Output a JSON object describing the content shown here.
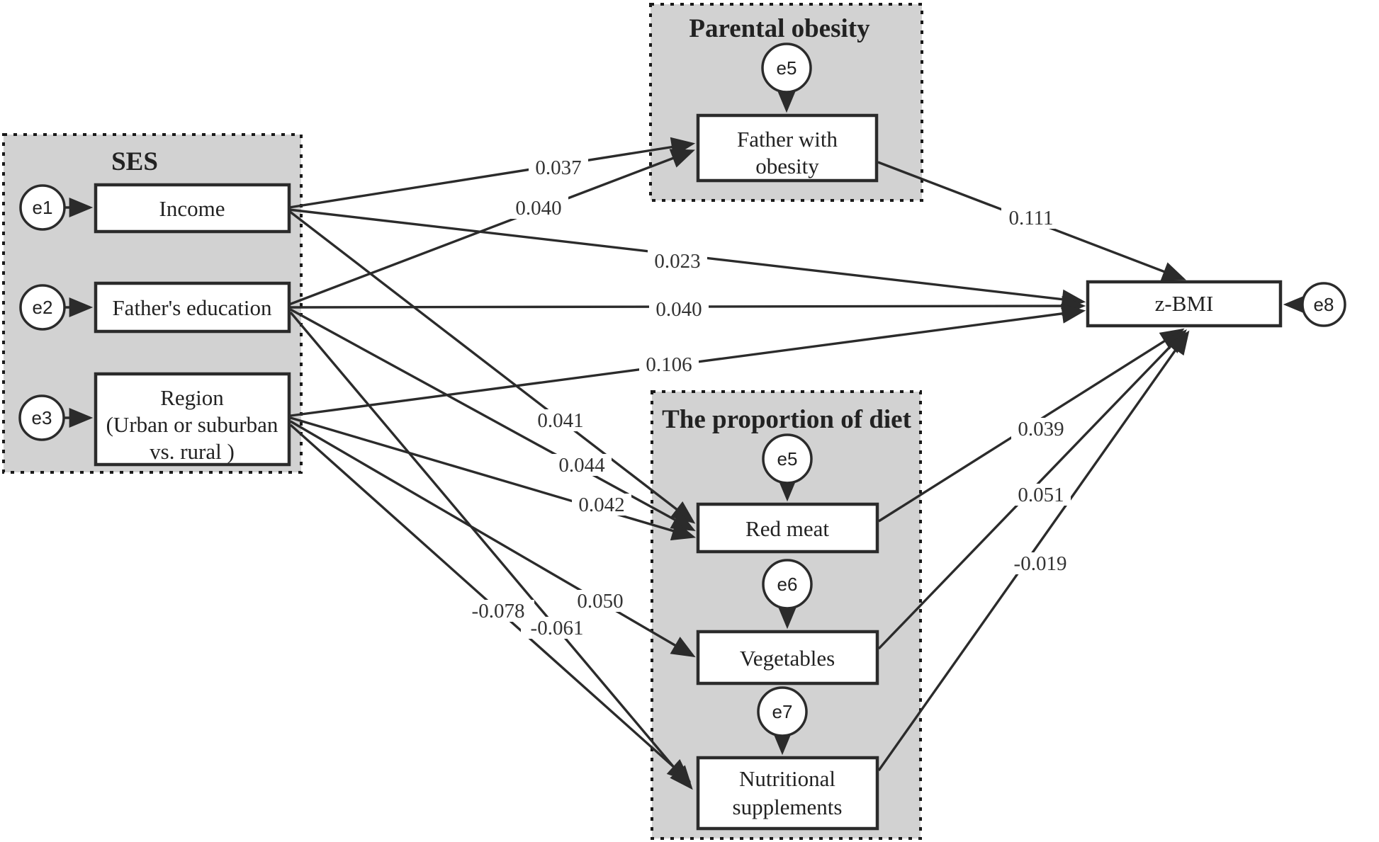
{
  "figure": {
    "type": "sem-path-diagram",
    "colors": {
      "group_fill": "#d2d2d2",
      "box_fill": "#ffffff",
      "line": "#2b2b2b"
    },
    "groups": {
      "ses": {
        "title": "SES"
      },
      "parental_obesity": {
        "title": "Parental obesity"
      },
      "diet": {
        "title": "The proportion of diet"
      }
    },
    "nodes": {
      "income": {
        "label": "Income",
        "error": "e1"
      },
      "father_education": {
        "label": "Father's education",
        "error": "e2"
      },
      "region": {
        "line1": "Region",
        "line2": "(Urban or  suburban",
        "line3": "vs. rural )",
        "error": "e3"
      },
      "father_obesity": {
        "line1": "Father with",
        "line2": "obesity",
        "error": "e5"
      },
      "red_meat": {
        "label": "Red meat",
        "error": "e5"
      },
      "vegetables": {
        "label": "Vegetables",
        "error": "e6"
      },
      "nutritional_supplements": {
        "line1": "Nutritional",
        "line2": "supplements",
        "error": "e7"
      },
      "zbmi": {
        "label": "z-BMI",
        "error": "e8"
      }
    },
    "paths": [
      {
        "from": "Income",
        "to": "Father with obesity",
        "value": "0.037"
      },
      {
        "from": "Father's education",
        "to": "Father with obesity",
        "value": "0.040"
      },
      {
        "from": "Income",
        "to": "z-BMI",
        "value": "0.023"
      },
      {
        "from": "Father's education",
        "to": "z-BMI",
        "value": "0.040"
      },
      {
        "from": "Region",
        "to": "z-BMI",
        "value": "0.106"
      },
      {
        "from": "Income",
        "to": "Red meat",
        "value": "0.041"
      },
      {
        "from": "Father's education",
        "to": "Red meat",
        "value": "0.044"
      },
      {
        "from": "Region",
        "to": "Red meat",
        "value": "0.042"
      },
      {
        "from": "Region",
        "to": "Vegetables",
        "value": "0.050"
      },
      {
        "from": "Region",
        "to": "Nutritional supplements",
        "value": "-0.078"
      },
      {
        "from": "Father's education",
        "to": "Nutritional supplements",
        "value": "-0.061"
      },
      {
        "from": "Father with obesity",
        "to": "z-BMI",
        "value": "0.111"
      },
      {
        "from": "Red meat",
        "to": "z-BMI",
        "value": "0.039"
      },
      {
        "from": "Vegetables",
        "to": "z-BMI",
        "value": "0.051"
      },
      {
        "from": "Nutritional supplements",
        "to": "z-BMI",
        "value": "-0.019"
      }
    ]
  }
}
